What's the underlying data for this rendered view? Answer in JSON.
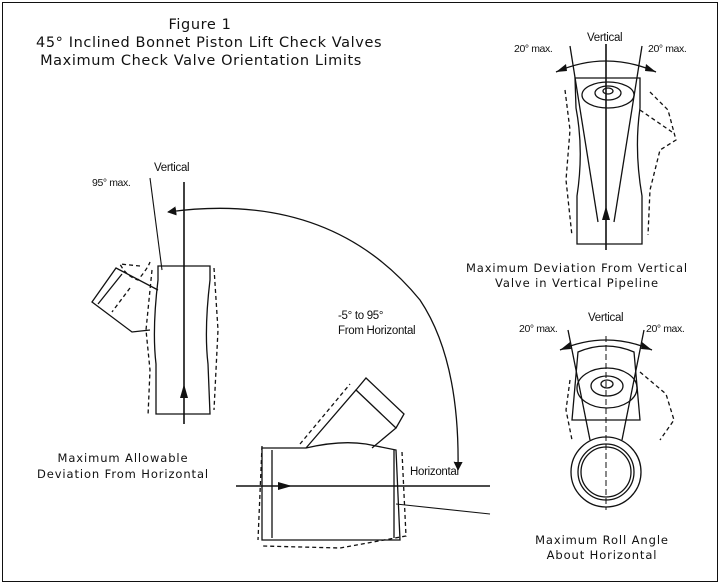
{
  "figure": {
    "number": "Figure 1",
    "title_line1": "45° Inclined Bonnet Piston Lift Check Valves",
    "title_line2": "Maximum Check Valve Orientation Limits"
  },
  "vertical_pipeline_view": {
    "vertical_label": "Vertical",
    "left_limit": "20° max.",
    "right_limit": "20° max.",
    "caption_line1": "Maximum Deviation From Vertical",
    "caption_line2": "Valve in Vertical Pipeline"
  },
  "roll_view": {
    "vertical_label": "Vertical",
    "left_limit": "20° max.",
    "right_limit": "20° max.",
    "caption_line1": "Maximum Roll Angle",
    "caption_line2": "About Horizontal"
  },
  "horizontal_deviation_view": {
    "vertical_label": "Vertical",
    "angle_limit": "95° max.",
    "range_line1": "-5° to 95°",
    "range_line2": "From Horizontal",
    "horizontal_label": "Horizontal",
    "caption_line1": "Maximum Allowable",
    "caption_line2": "Deviation From Horizontal"
  }
}
